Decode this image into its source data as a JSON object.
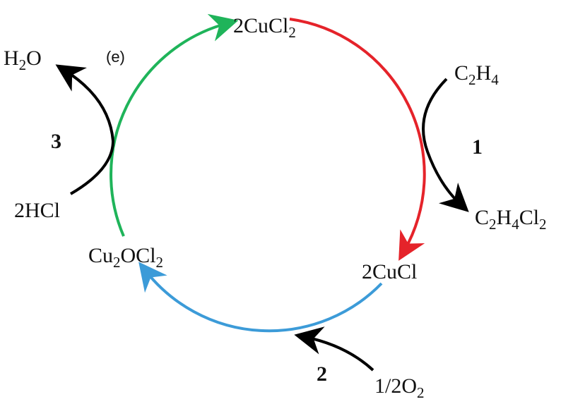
{
  "panel_label": "(e)",
  "colors": {
    "step_chlorination": "#e5232a",
    "step_oxidation": "#3c9bd8",
    "step_regeneration": "#1fb45a",
    "reagent_arrows": "#000000"
  },
  "species": {
    "top": "2CuCl2",
    "right_bottom": "2CuCl",
    "left_bottom": "Cu2OCl2",
    "step1_in": "C2H4",
    "step1_out": "C2H4Cl2",
    "step2_in": "1/2O2",
    "step3_in": "2HCl",
    "step3_out": "H2O"
  },
  "step_numbers": {
    "step1": "1",
    "step2": "2",
    "step3": "3"
  }
}
